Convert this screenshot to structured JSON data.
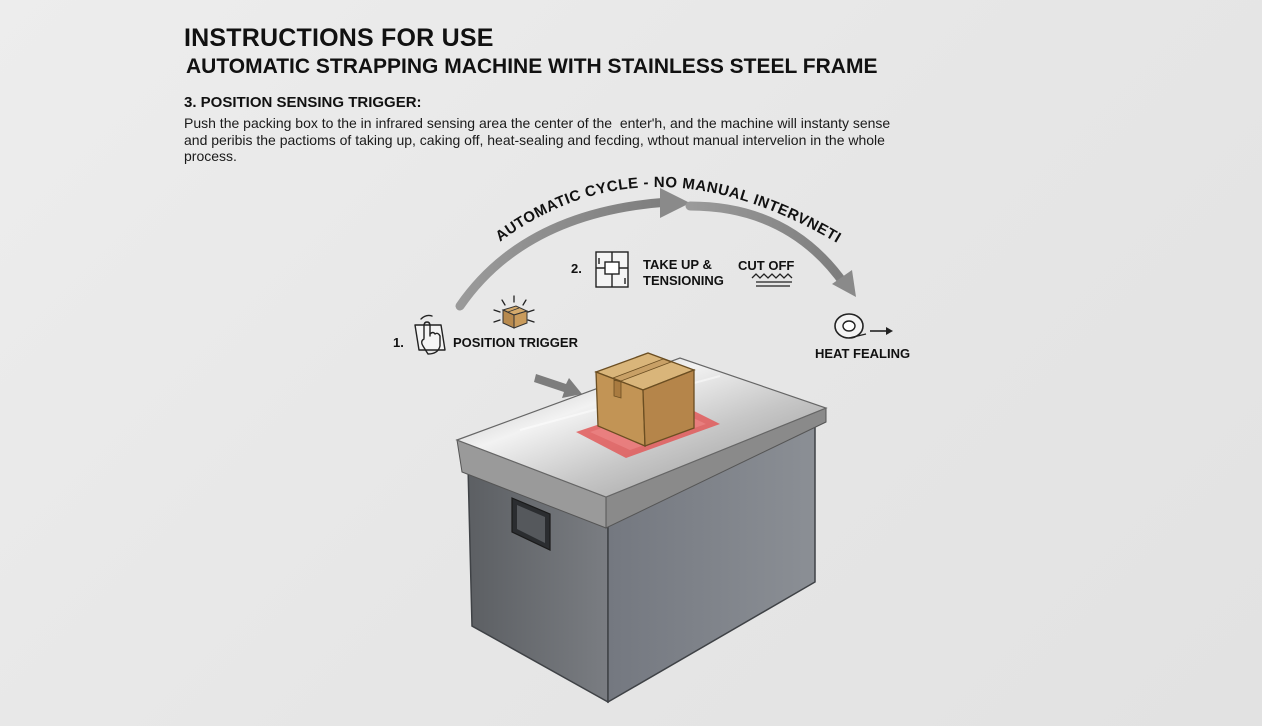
{
  "title": "INSTRUCTIONS FOR USE",
  "subtitle": "AUTOMATIC STRAPPING MACHINE WITH STAINLESS STEEL FRAME",
  "section_heading": "3. POSITION SENSING TRIGGER:",
  "body_lines": [
    "Push the packing box to the in infrared sensing area the center of the  enter'h, and the machine will instanty sense",
    "and peribis the pactioms of taking up, caking off, heat-sealing and fecding, wthout manual intervelion in the whole",
    "process."
  ],
  "cycle_label": "AUTOMATIC CYCLE - NO MANUAL INTERVNETION",
  "steps": {
    "step1_number": "1.",
    "step1_label": "POSITION TRIGGER",
    "step2_number": "2.",
    "step2_label_line1": "TAKE UP &",
    "step2_label_line2": "TENSIONING",
    "cut_off_label": "CUT OFF",
    "heat_label": "HEAT FEALING"
  },
  "icons": {
    "hand": "hand-touch-icon",
    "sensor_box": "sensor-box-icon",
    "strap_tension": "strap-tension-icon",
    "cut": "cut-off-icon",
    "tape_roll": "tape-roll-icon"
  },
  "colors": {
    "arrow_gray": "#8a8a8a",
    "sensor_red": "#e25a5a",
    "cardboard": "#c9a062",
    "machine_body": "#6f7378",
    "steel_top": "#d9d9d9"
  }
}
